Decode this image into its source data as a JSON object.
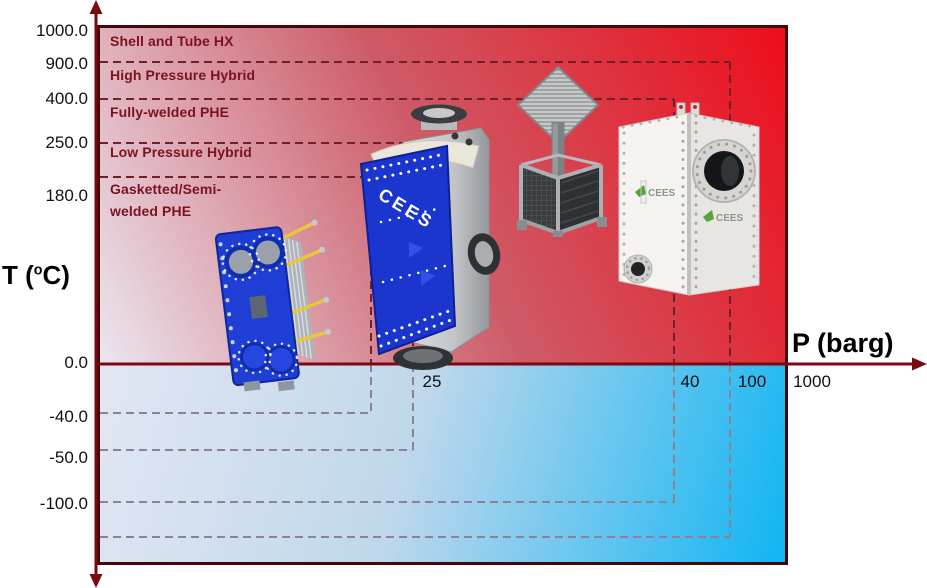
{
  "brand": {
    "name": "CEES"
  },
  "axes": {
    "y_title": {
      "pre": "T (",
      "sup": "o",
      "post": "C)"
    },
    "x_title": "P (barg)"
  },
  "labels": {
    "y": [
      "1000.0",
      "900.0",
      "400.0",
      "250.0",
      "180.0",
      "0.0",
      "-40.0",
      "-50.0",
      "-100.0"
    ],
    "x": [
      "25",
      "40",
      "100",
      "1000"
    ],
    "regions": [
      "Shell and Tube HX",
      "High Pressure Hybrid",
      "Fully-welded PHE",
      "Low Pressure Hybrid",
      "Gasketted/Semi-",
      "welded PHE"
    ]
  },
  "chart_data": {
    "type": "area",
    "title": "",
    "xlabel": "P (barg)",
    "ylabel": "T (°C)",
    "x_ticks": [
      25,
      40,
      100,
      1000
    ],
    "y_ticks": [
      1000.0,
      900.0,
      400.0,
      250.0,
      180.0,
      0.0,
      -40.0,
      -50.0,
      -100.0
    ],
    "legend_position": "labels inside plot, top-left of each band",
    "grid": "dashed operating-envelope boundaries",
    "series": [
      {
        "name": "Shell and Tube HX",
        "t_max_c": 1000.0,
        "t_min_c": null,
        "p_max_barg": 1000
      },
      {
        "name": "High Pressure Hybrid",
        "t_max_c": 900.0,
        "t_min_c": null,
        "p_max_barg": 100
      },
      {
        "name": "Fully-welded PHE",
        "t_max_c": 400.0,
        "t_min_c": -100.0,
        "p_max_barg": 40
      },
      {
        "name": "Low Pressure Hybrid",
        "t_max_c": 250.0,
        "t_min_c": -50.0,
        "p_max_barg": 25
      },
      {
        "name": "Gasketted/Semi-welded PHE",
        "t_max_c": 180.0,
        "t_min_c": -40.0,
        "p_max_barg": null
      }
    ],
    "colors": {
      "hot_zone_top_right": "#ee0d1a",
      "hot_zone_bottom_left": "#ebe6f0",
      "cold_zone_top_left": "#e2e7f3",
      "cold_zone_bottom_right": "#0fb5f2",
      "axis": "#7a0a12",
      "plot_border": "#450609",
      "region_label_text": "#7c1220"
    },
    "render": {
      "zero_y": 364,
      "dash_hot": "#6f2028",
      "dash_cold": "#8b8295",
      "dashed_h": [
        {
          "y": 62,
          "x1": 100,
          "x2": 730
        },
        {
          "y": 99,
          "x1": 100,
          "x2": 674
        },
        {
          "y": 143,
          "x1": 100,
          "x2": 413
        },
        {
          "y": 177,
          "x1": 100,
          "x2": 371
        },
        {
          "y": 413,
          "x1": 100,
          "x2": 371
        },
        {
          "y": 450,
          "x1": 100,
          "x2": 413
        },
        {
          "y": 502,
          "x1": 100,
          "x2": 674
        },
        {
          "y": 537,
          "x1": 100,
          "x2": 730
        }
      ],
      "dashed_v": [
        {
          "x": 371,
          "y1": 177,
          "y2": 413
        },
        {
          "x": 413,
          "y1": 143,
          "y2": 450
        },
        {
          "x": 674,
          "y1": 99,
          "y2": 502
        },
        {
          "x": 730,
          "y1": 62,
          "y2": 537
        }
      ]
    }
  }
}
